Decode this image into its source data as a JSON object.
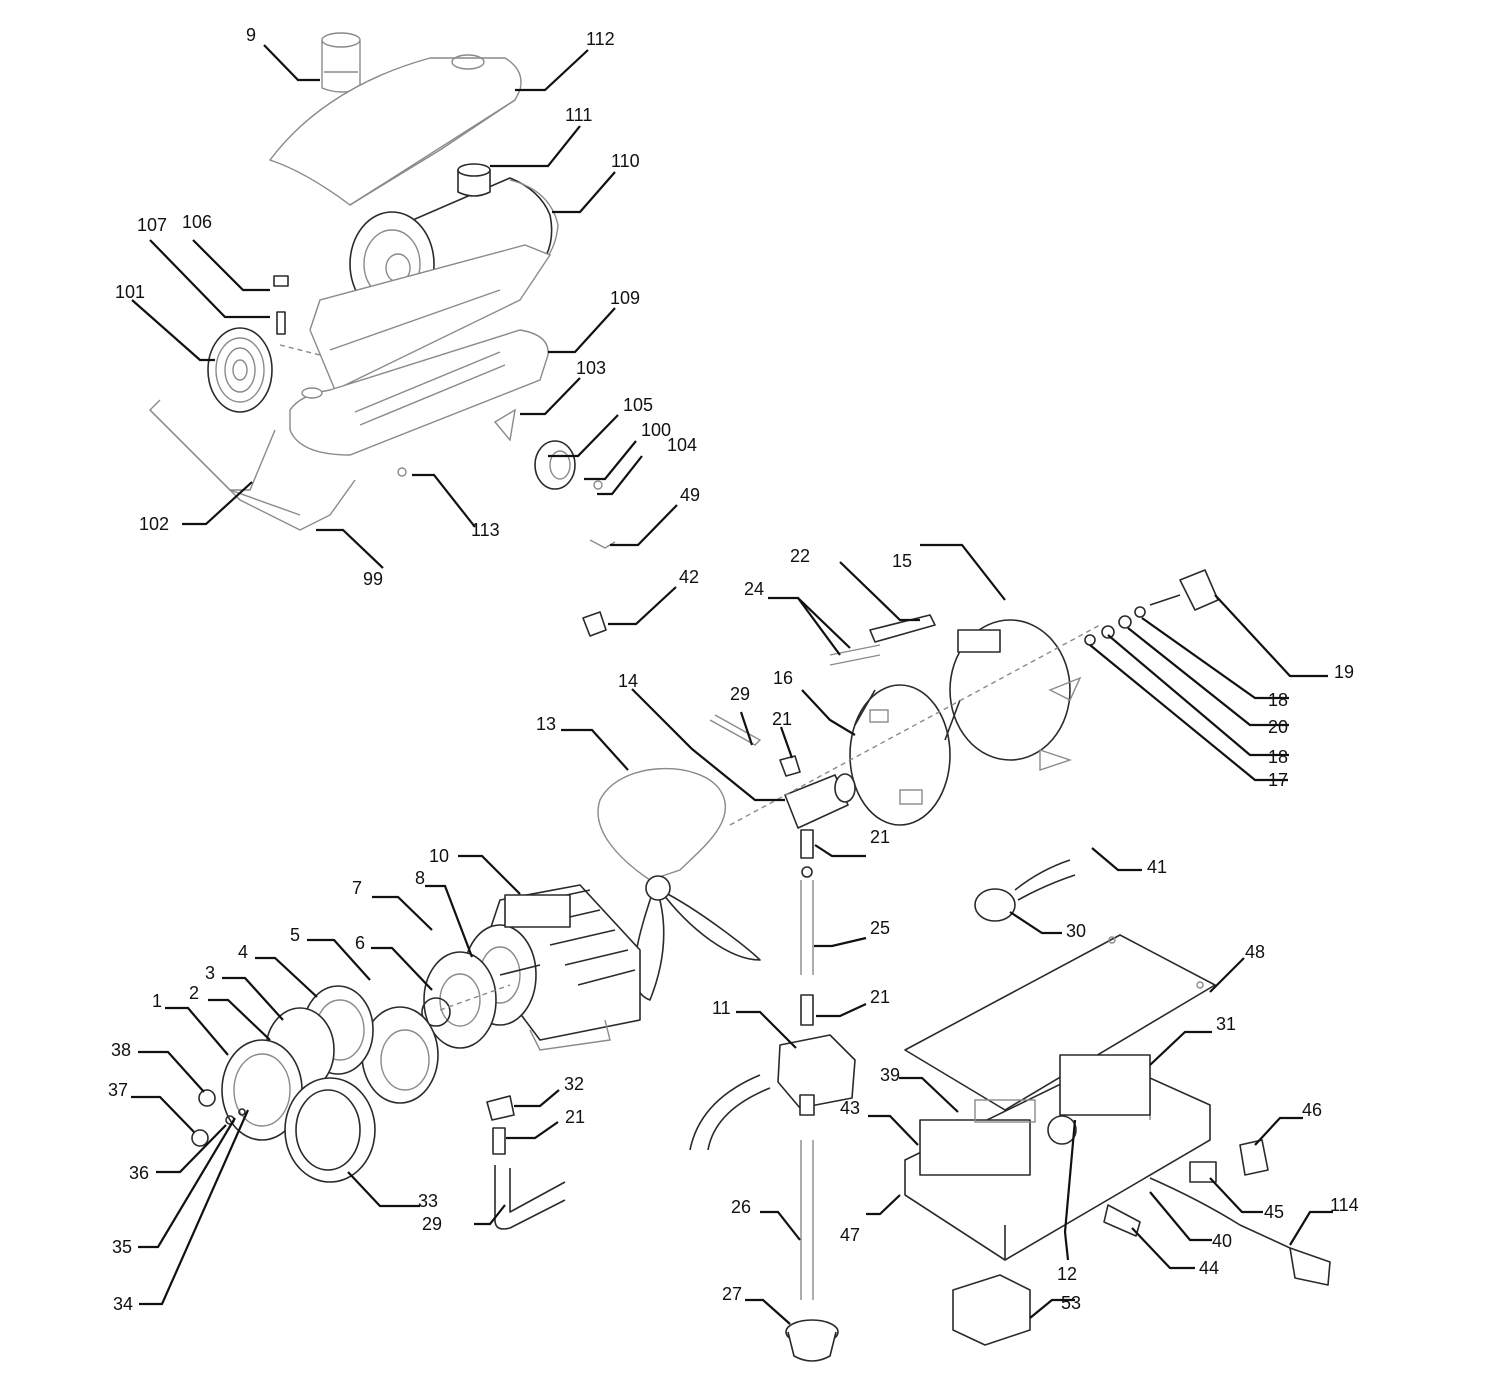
{
  "callouts": [
    "9",
    "112",
    "111",
    "110",
    "107",
    "106",
    "101",
    "109",
    "103",
    "105",
    "100",
    "104",
    "102",
    "113",
    "99",
    "49",
    "42",
    "22",
    "24",
    "15",
    "19",
    "18",
    "20",
    "18",
    "17",
    "14",
    "13",
    "29",
    "21",
    "16",
    "21",
    "41",
    "30",
    "25",
    "10",
    "7",
    "8",
    "5",
    "6",
    "4",
    "3",
    "2",
    "1",
    "38",
    "37",
    "36",
    "35",
    "34",
    "33",
    "32",
    "21",
    "29",
    "21",
    "11",
    "26",
    "27",
    "48",
    "31",
    "39",
    "43",
    "46",
    "12",
    "45",
    "114",
    "47",
    "40",
    "44",
    "53"
  ]
}
